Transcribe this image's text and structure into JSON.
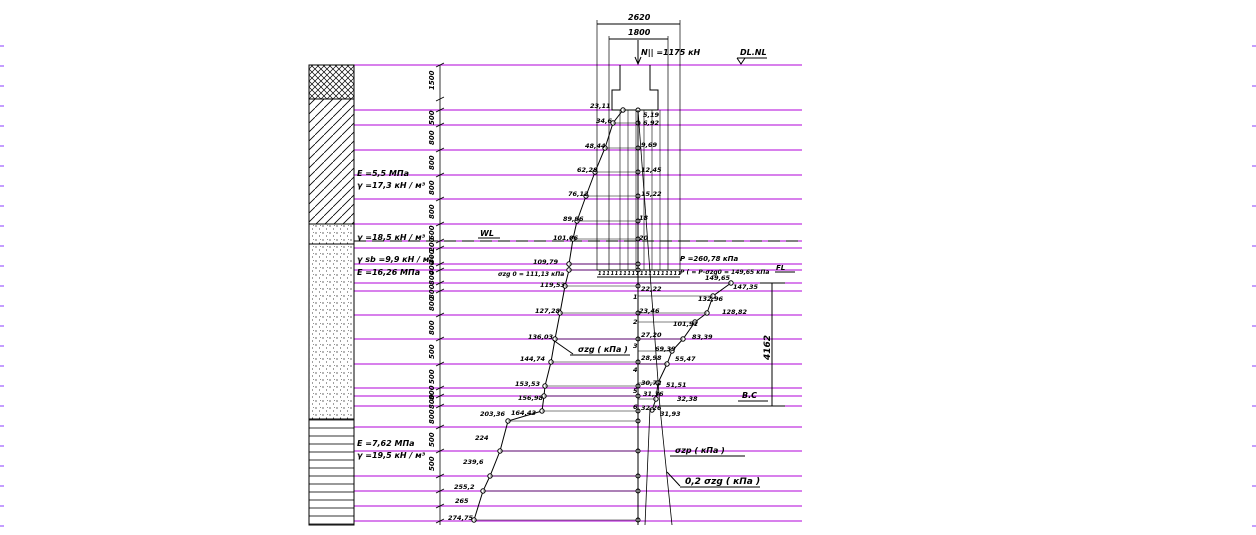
{
  "colors": {
    "background": "#ffffff",
    "grid_line": "#b000d8",
    "ink": "#000000",
    "tick": "#8a3cff"
  },
  "top_dims": {
    "outer": "2620",
    "inner": "1800"
  },
  "load_label": "N|| =1175  кН",
  "level_label": "DL.NL",
  "water_label": "WL",
  "bc_label": "В.С",
  "depth_dim": "4162",
  "contact_pressure": "P =260,78 кПа",
  "p_net": "P ( = P-σzg0 = 149,65 кПа",
  "sigma_zg0_label": "σzg 0 = 111,13 кПа",
  "annot_zg": "σzg ( кПа )",
  "annot_zp": "σzp ( кПа )",
  "annot_02": "0,2 σzg ( кПа )",
  "fl_label": "FL",
  "side_dims": [
    "1500",
    "500",
    "800",
    "800",
    "800",
    "800",
    "600",
    "200",
    "400",
    "400",
    "800",
    "800",
    "800",
    "800",
    "500",
    "500",
    "800",
    "800",
    "800",
    "500",
    "500"
  ],
  "soil_props": [
    {
      "lines": [
        "E =5,5 МПа",
        "γ =17,3 кН / м³"
      ]
    },
    {
      "lines": [
        "γ =18,5 кН / м³"
      ]
    },
    {
      "lines": [
        "γ sb =9,9 кН / м³",
        "E =16,26 МПа"
      ]
    },
    {
      "lines": [
        "E =7,62 МПа",
        "γ =19,5 кН / м³"
      ]
    }
  ],
  "sigma_zg_left": [
    "23,11",
    "34,6",
    "48,44",
    "62,28",
    "76,12",
    "89,96",
    "101,06",
    "109,79",
    "111,13",
    "119,53",
    "127,28",
    "136,03",
    "144,74",
    "153,53",
    "156,98",
    "164,43",
    "224",
    "239,6",
    "255,2",
    "265",
    "274,75"
  ],
  "extra_left": [
    "203,36"
  ],
  "sigma_zg_right_02": [
    "5,19",
    "6,92",
    "9,69",
    "12,45",
    "15,22",
    "18",
    "20",
    "22,22",
    "23,46",
    "27,20",
    "28,98",
    "30,72",
    "31,36",
    "32,26",
    "31,93"
  ],
  "sigma_zp": [
    "149,65",
    "147,35",
    "132,96",
    "128,82",
    "101,91",
    "83,39",
    "69,39",
    "55,47",
    "51,51",
    "32,38"
  ],
  "layer_numbers": [
    "1",
    "2",
    "3",
    "4",
    "5",
    "6"
  ]
}
